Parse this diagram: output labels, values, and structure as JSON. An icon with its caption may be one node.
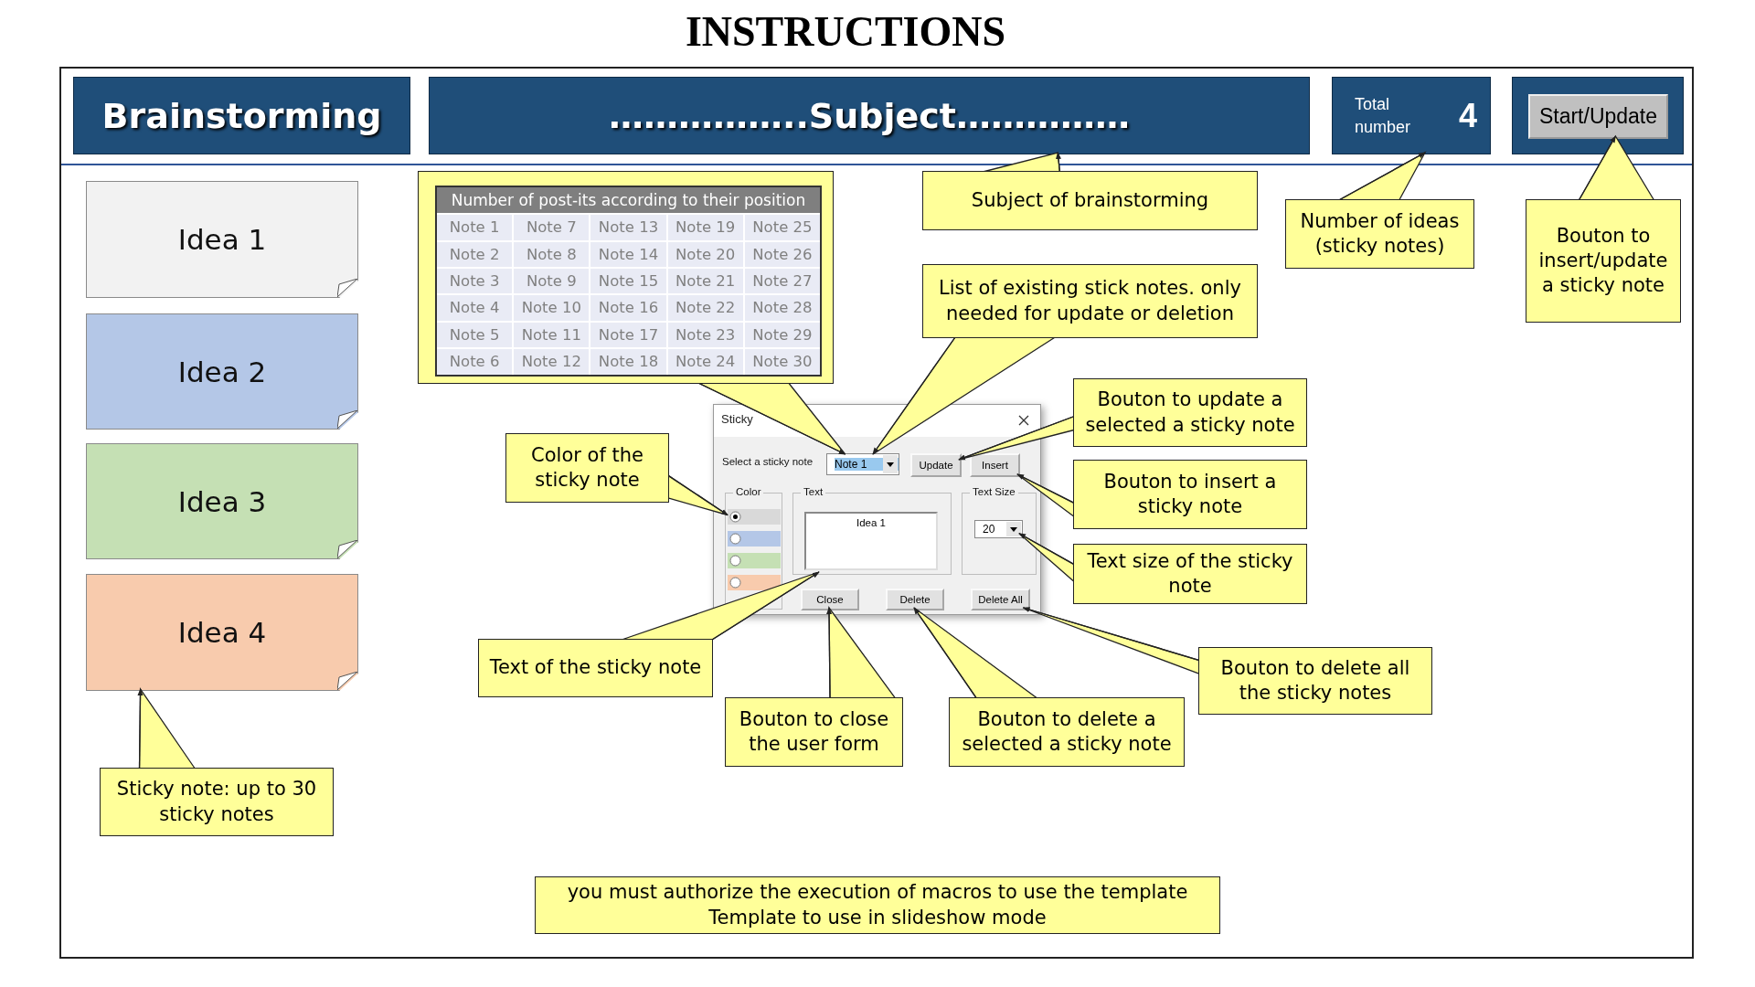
{
  "diagram": {
    "title": "INSTRUCTIONS",
    "nodes": [
      {
        "text": [
          "Brainstorming"
        ]
      },
      {
        "text": [
          "……………..Subject……………"
        ]
      },
      {
        "text": [
          "Total number",
          "4"
        ]
      },
      {
        "text": [],
        "shape": "box"
      },
      {
        "text": [
          "Start/Update"
        ],
        "in": 3
      },
      {
        "text": [
          "Idea 1"
        ]
      },
      {
        "text": [
          "Idea 2"
        ]
      },
      {
        "text": [
          "Idea 3"
        ]
      },
      {
        "text": [
          "Idea 4"
        ]
      },
      {
        "text": [
          "Number of post-its according to their position"
        ]
      },
      {
        "text": [
          "Subject of brainstorming"
        ]
      },
      {
        "text": [
          "Number of ideas (sticky notes)"
        ]
      },
      {
        "text": [
          "Bouton to insert/update a sticky note"
        ]
      },
      {
        "text": [
          "List of existing stick notes. only needed for update or deletion"
        ]
      },
      {
        "text": [
          "Bouton to update a selected a sticky note"
        ]
      },
      {
        "text": [
          "Color of the sticky note"
        ]
      },
      {
        "text": [
          "Bouton to insert a sticky note"
        ]
      },
      {
        "text": [
          "Text size of the sticky note"
        ]
      },
      {
        "text": [
          "Text of the sticky note"
        ]
      },
      {
        "text": [
          "Bouton to close the user form"
        ]
      },
      {
        "text": [
          "Bouton to delete a selected a sticky note"
        ]
      },
      {
        "text": [
          "Bouton to delete all the sticky notes"
        ]
      },
      {
        "text": [
          "Sticky note: up to 30 sticky notes"
        ]
      },
      {
        "text": [
          "you must authorize the execution of macros to use the template",
          "Template to use in slideshow mode"
        ]
      },
      {
        "text": [
          "Sticky"
        ]
      },
      {
        "text": [
          "Note 1"
        ],
        "in": 24
      },
      {
        "text": [
          "Update"
        ],
        "in": 24
      },
      {
        "text": [
          "Insert"
        ],
        "in": 24
      },
      {
        "text": [
          "Color"
        ],
        "in": 24
      },
      {
        "text": [],
        "shape": "bar",
        "in": 28
      },
      {
        "text": [],
        "shape": "bar",
        "in": 28
      },
      {
        "text": [],
        "shape": "bar",
        "in": 28
      },
      {
        "text": [],
        "shape": "bar",
        "in": 28
      },
      {
        "text": [
          "Text"
        ],
        "in": 24
      },
      {
        "text": [
          "Idea 1"
        ],
        "in": 33
      },
      {
        "text": [
          "Text Size"
        ],
        "in": 24
      },
      {
        "text": [
          "20"
        ],
        "in": 35
      },
      {
        "text": [
          "Close"
        ],
        "in": 24
      },
      {
        "text": [
          "Delete"
        ],
        "in": 24
      },
      {
        "text": [
          "Delete All"
        ],
        "in": 24
      }
    ],
    "edges": [
      {
        "from": 10,
        "to": 1,
        "arrow": "to"
      },
      {
        "from": 11,
        "to": 2,
        "arrow": "to"
      },
      {
        "from": 12,
        "to": 4,
        "arrow": "to"
      },
      {
        "from": 13,
        "to": 25,
        "arrow": "to"
      },
      {
        "from": 9,
        "to": 25,
        "arrow": "to"
      },
      {
        "from": 14,
        "to": 26,
        "arrow": "to"
      },
      {
        "from": 15,
        "to": 29,
        "arrow": "to"
      },
      {
        "from": 16,
        "to": 27,
        "arrow": "to"
      },
      {
        "from": 17,
        "to": 36,
        "arrow": "to"
      },
      {
        "from": 18,
        "to": 33,
        "arrow": "to"
      },
      {
        "from": 19,
        "to": 37,
        "arrow": "to"
      },
      {
        "from": 20,
        "to": 38,
        "arrow": "to"
      },
      {
        "from": 21,
        "to": 39,
        "arrow": "to"
      },
      {
        "from": 22,
        "to": 8,
        "arrow": "to"
      }
    ],
    "labels": [
      "Note 1",
      "Note 7",
      "Note 13",
      "Note 19",
      "Note 25",
      "Note 2",
      "Note 8",
      "Note 14",
      "Note 20",
      "Note 26",
      "Note 3",
      "Note 9",
      "Note 15",
      "Note 21",
      "Note 27",
      "Note 4",
      "Note 10",
      "Note 16",
      "Note 22",
      "Note 28",
      "Note 5",
      "Note 11",
      "Note 17",
      "Note 23",
      "Note 29",
      "Note 6",
      "Note 12",
      "Note 18",
      "Note 24",
      "Note 30",
      "Select a sticky note"
    ]
  }
}
